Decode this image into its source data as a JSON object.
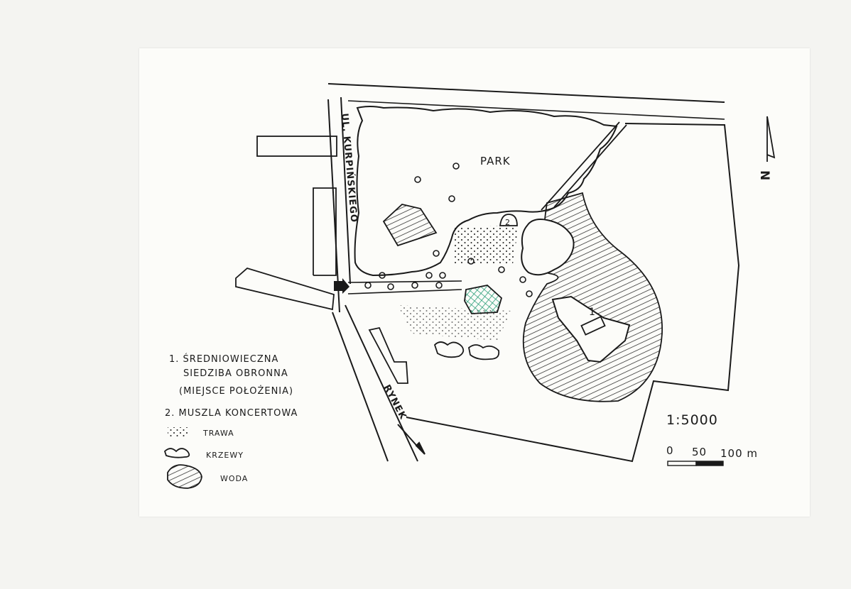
{
  "map": {
    "park_label": "PARK",
    "street_kurpinskiego": "UL. KURPIŃSKIEGO",
    "street_rynek": "RYNEK",
    "site_1_marker": "1",
    "site_2_marker": "2",
    "north_label": "N",
    "accent_color": "#3fae8c"
  },
  "legend": {
    "item1": [
      "1. ŚREDNIOWIECZNA",
      "SIEDZIBA OBRONNA",
      "(MIEJSCE POŁOŻENIA)"
    ],
    "item2": "2. MUSZLA KONCERTOWA",
    "trawa": "TRAWA",
    "krzewy": "KRZEWY",
    "woda": "WODA"
  },
  "scale": {
    "ratio": "1:5000",
    "ticks": [
      "0",
      "50",
      "100 m"
    ]
  }
}
